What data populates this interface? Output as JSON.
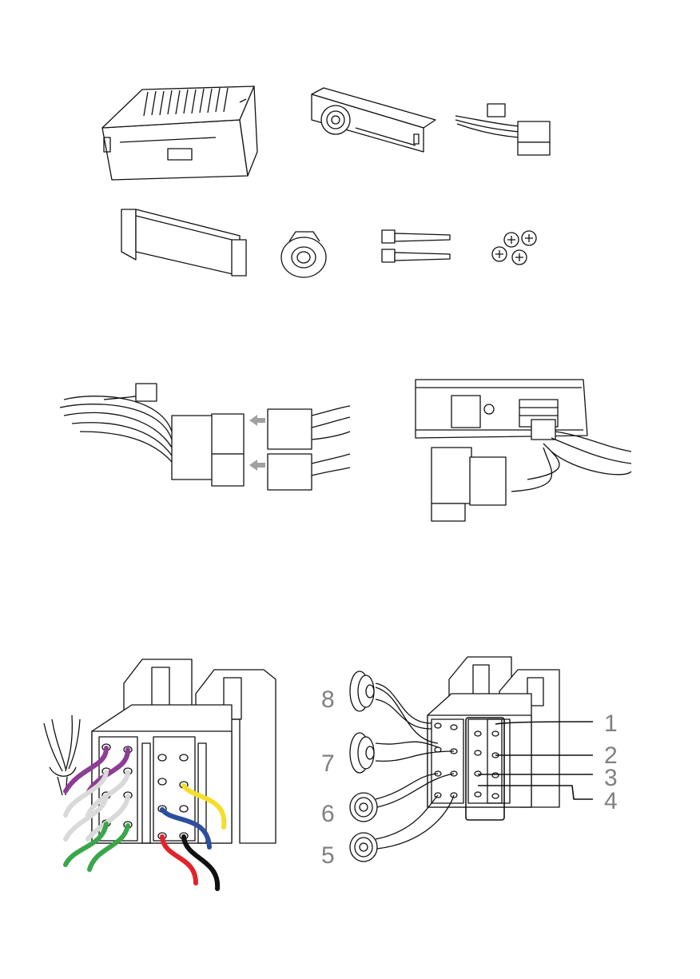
{
  "colors": {
    "line": "#111111",
    "label_gray": "#808080",
    "arrow_gray": "#a0a0a0",
    "wire_purple": "#8e3d95",
    "wire_white": "#d9d9d9",
    "wire_green": "#3aa64a",
    "wire_yellow": "#f5de2a",
    "wire_blue": "#2c4f9e",
    "wire_red": "#e3222b",
    "wire_black": "#111111"
  },
  "speaker_labels": [
    "8",
    "7",
    "6",
    "5"
  ],
  "pin_labels": [
    "1",
    "2",
    "3",
    "4"
  ]
}
